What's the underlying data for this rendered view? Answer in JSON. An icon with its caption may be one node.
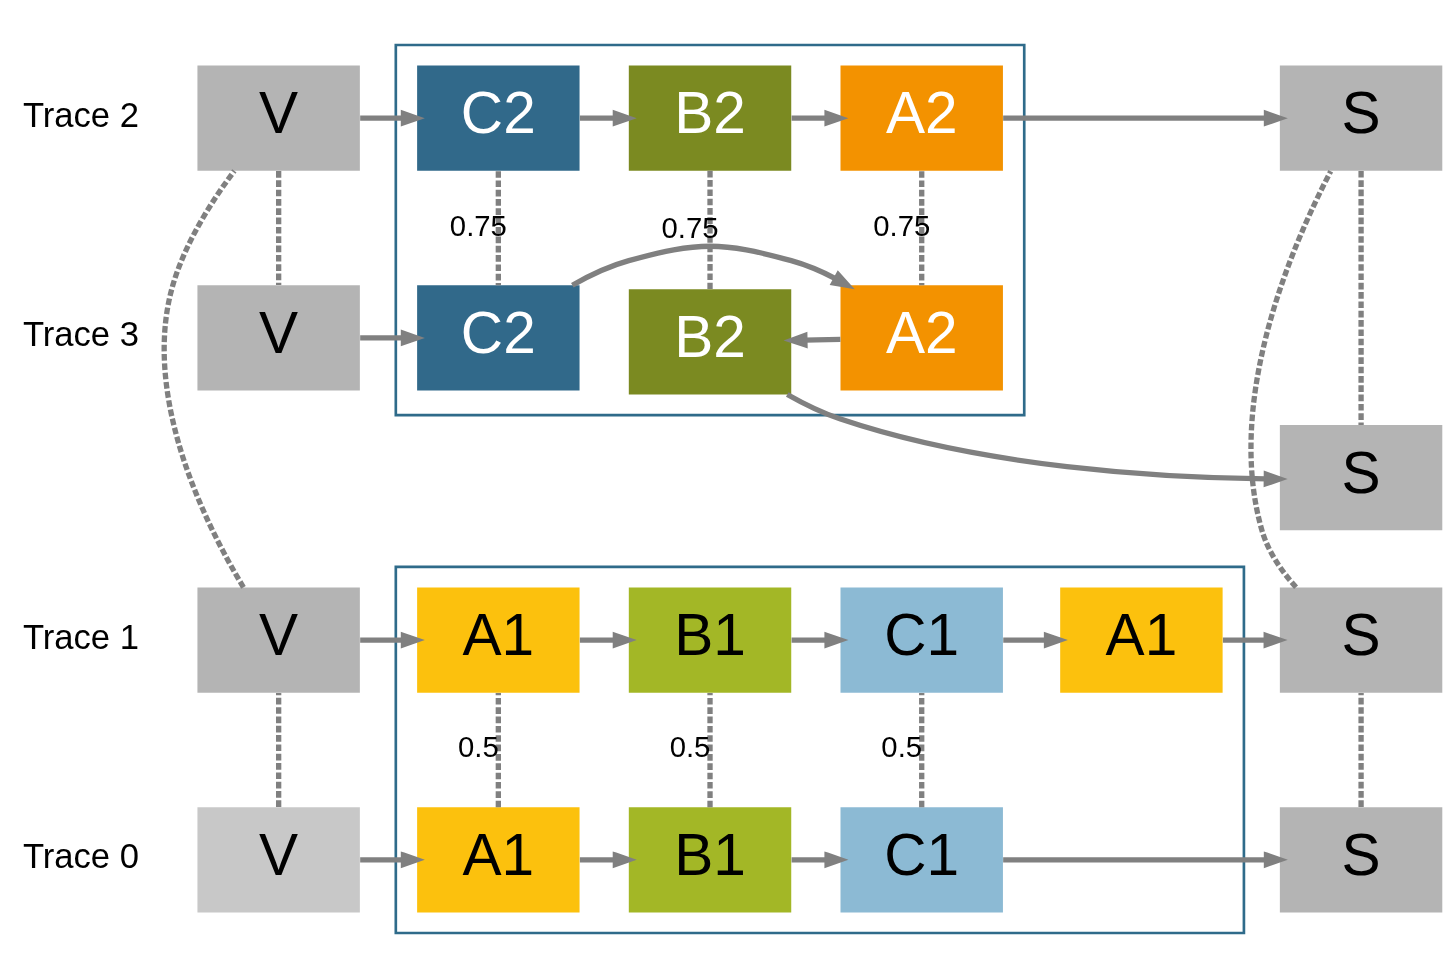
{
  "diagram": {
    "nodes": [
      {
        "text": [
          "V"
        ]
      },
      {
        "text": [],
        "shape": "box"
      },
      {
        "text": [
          "A1"
        ],
        "in": 1
      },
      {
        "text": [
          "B1"
        ],
        "in": 1
      },
      {
        "text": [
          "C1"
        ],
        "in": 1
      },
      {
        "text": [
          "S"
        ]
      },
      {
        "text": [
          "V"
        ]
      },
      {
        "text": [
          "A1"
        ],
        "in": 1
      },
      {
        "text": [
          "B1"
        ],
        "in": 1
      },
      {
        "text": [
          "C1"
        ],
        "in": 1
      },
      {
        "text": [
          "A1"
        ],
        "in": 1
      },
      {
        "text": [
          "S"
        ]
      },
      {
        "text": [
          "V"
        ]
      },
      {
        "text": [],
        "shape": "box"
      },
      {
        "text": [
          "C2"
        ],
        "in": 13
      },
      {
        "text": [
          "B2"
        ],
        "in": 13
      },
      {
        "text": [
          "A2"
        ],
        "in": 13
      },
      {
        "text": [
          "S"
        ]
      },
      {
        "text": [
          "V"
        ]
      },
      {
        "text": [
          "C2"
        ],
        "in": 13
      },
      {
        "text": [
          "A2"
        ],
        "in": 13
      },
      {
        "text": [
          "B2"
        ],
        "in": 13
      },
      {
        "text": [
          "S"
        ]
      }
    ],
    "edges": [
      {
        "from": 0,
        "to": 2,
        "arrow": "to"
      },
      {
        "from": 2,
        "to": 3,
        "arrow": "to"
      },
      {
        "from": 3,
        "to": 4,
        "arrow": "to"
      },
      {
        "from": 4,
        "to": 5,
        "arrow": "to"
      },
      {
        "from": 6,
        "to": 7,
        "arrow": "to"
      },
      {
        "from": 7,
        "to": 8,
        "arrow": "to"
      },
      {
        "from": 8,
        "to": 9,
        "arrow": "to"
      },
      {
        "from": 9,
        "to": 10,
        "arrow": "to"
      },
      {
        "from": 10,
        "to": 11,
        "arrow": "to"
      },
      {
        "from": 12,
        "to": 14,
        "arrow": "to"
      },
      {
        "from": 14,
        "to": 15,
        "arrow": "to"
      },
      {
        "from": 15,
        "to": 16,
        "arrow": "to"
      },
      {
        "from": 16,
        "to": 17,
        "arrow": "to"
      },
      {
        "from": 18,
        "to": 19,
        "arrow": "to"
      },
      {
        "from": 19,
        "to": 20,
        "arrow": "to"
      },
      {
        "from": 20,
        "to": 21,
        "arrow": "to"
      },
      {
        "from": 21,
        "to": 22,
        "arrow": "to"
      },
      {
        "from": 0,
        "to": 6,
        "arrow": "none",
        "style": "dashed"
      },
      {
        "from": 2,
        "to": 7,
        "arrow": "none",
        "style": "dashed",
        "label": "0.5"
      },
      {
        "from": 3,
        "to": 8,
        "arrow": "none",
        "style": "dashed",
        "label": "0.5"
      },
      {
        "from": 4,
        "to": 9,
        "arrow": "none",
        "style": "dashed",
        "label": "0.5"
      },
      {
        "from": 5,
        "to": 11,
        "arrow": "none",
        "style": "dashed"
      },
      {
        "from": 6,
        "to": 12,
        "arrow": "none",
        "style": "dashed"
      },
      {
        "from": 11,
        "to": 17,
        "arrow": "none",
        "style": "dashed"
      },
      {
        "from": 12,
        "to": 18,
        "arrow": "none",
        "style": "dashed"
      },
      {
        "from": 14,
        "to": 19,
        "arrow": "none",
        "style": "dashed",
        "label": "0.75"
      },
      {
        "from": 15,
        "to": 21,
        "arrow": "none",
        "style": "dashed",
        "label": "0.75"
      },
      {
        "from": 16,
        "to": 20,
        "arrow": "none",
        "style": "dashed",
        "label": "0.75"
      },
      {
        "from": 17,
        "to": 22,
        "arrow": "none",
        "style": "dashed"
      }
    ],
    "labels": [
      "Trace 0",
      "Trace 1",
      "Trace 2",
      "Trace 3"
    ]
  }
}
